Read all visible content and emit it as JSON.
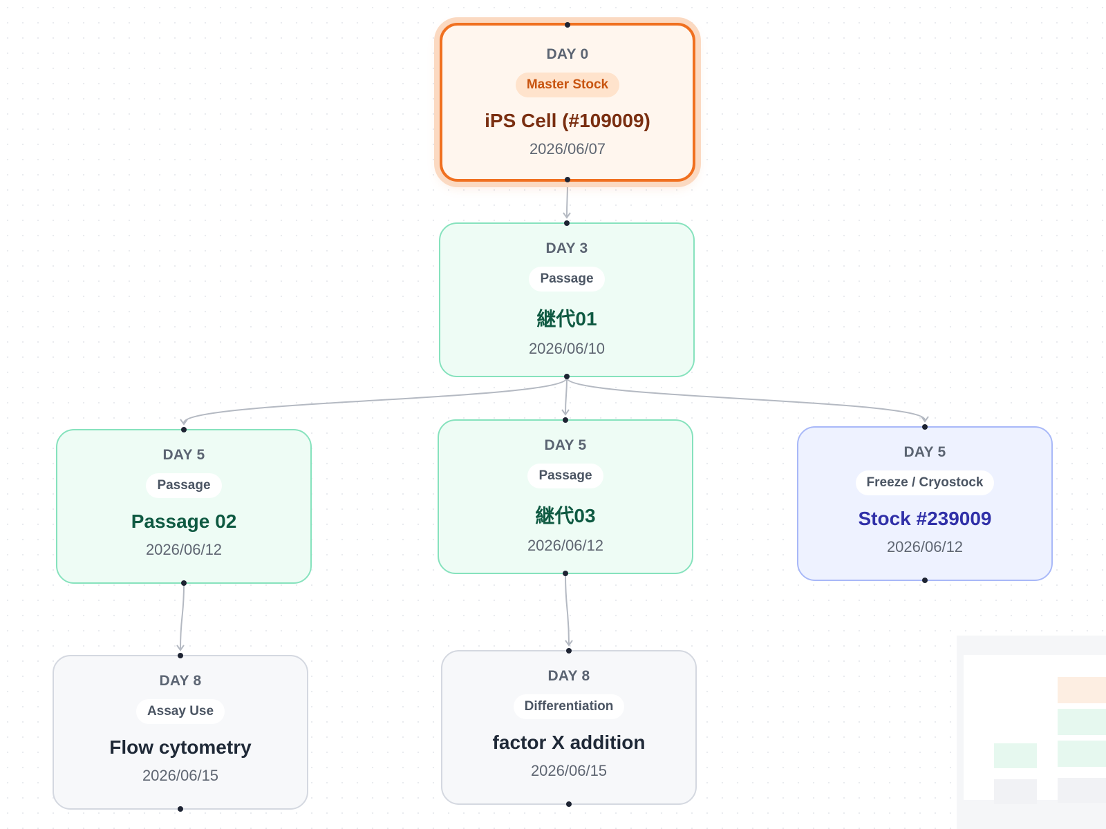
{
  "nodes": [
    {
      "id": "n0",
      "day": "DAY 0",
      "badge": "Master Stock",
      "title": "iPS Cell (#109009)",
      "date": "2026/06/07",
      "kind": "master"
    },
    {
      "id": "n1",
      "day": "DAY 3",
      "badge": "Passage",
      "title": "継代01",
      "date": "2026/06/10",
      "kind": "passage"
    },
    {
      "id": "n2",
      "day": "DAY 5",
      "badge": "Passage",
      "title": "Passage 02",
      "date": "2026/06/12",
      "kind": "passage"
    },
    {
      "id": "n3",
      "day": "DAY 5",
      "badge": "Passage",
      "title": "継代03",
      "date": "2026/06/12",
      "kind": "passage"
    },
    {
      "id": "n4",
      "day": "DAY 5",
      "badge": "Freeze / Cryostock",
      "title": "Stock #239009",
      "date": "2026/06/12",
      "kind": "freeze"
    },
    {
      "id": "n5",
      "day": "DAY 8",
      "badge": "Assay Use",
      "title": "Flow cytometry",
      "date": "2026/06/15",
      "kind": "usage"
    },
    {
      "id": "n6",
      "day": "DAY 8",
      "badge": "Differentiation",
      "title": "factor X addition",
      "date": "2026/06/15",
      "kind": "usage"
    }
  ],
  "edges": [
    {
      "from": "n0",
      "to": "n1"
    },
    {
      "from": "n1",
      "to": "n2"
    },
    {
      "from": "n1",
      "to": "n3"
    },
    {
      "from": "n1",
      "to": "n4"
    },
    {
      "from": "n2",
      "to": "n5"
    },
    {
      "from": "n3",
      "to": "n6"
    }
  ],
  "colors": {
    "master_border": "#f07020",
    "passage_border": "#86e2bd",
    "freeze_border": "#a8b8f8",
    "usage_border": "#d4d8e0",
    "edge": "#b4b9c2"
  },
  "minimap": {
    "visible": true
  }
}
